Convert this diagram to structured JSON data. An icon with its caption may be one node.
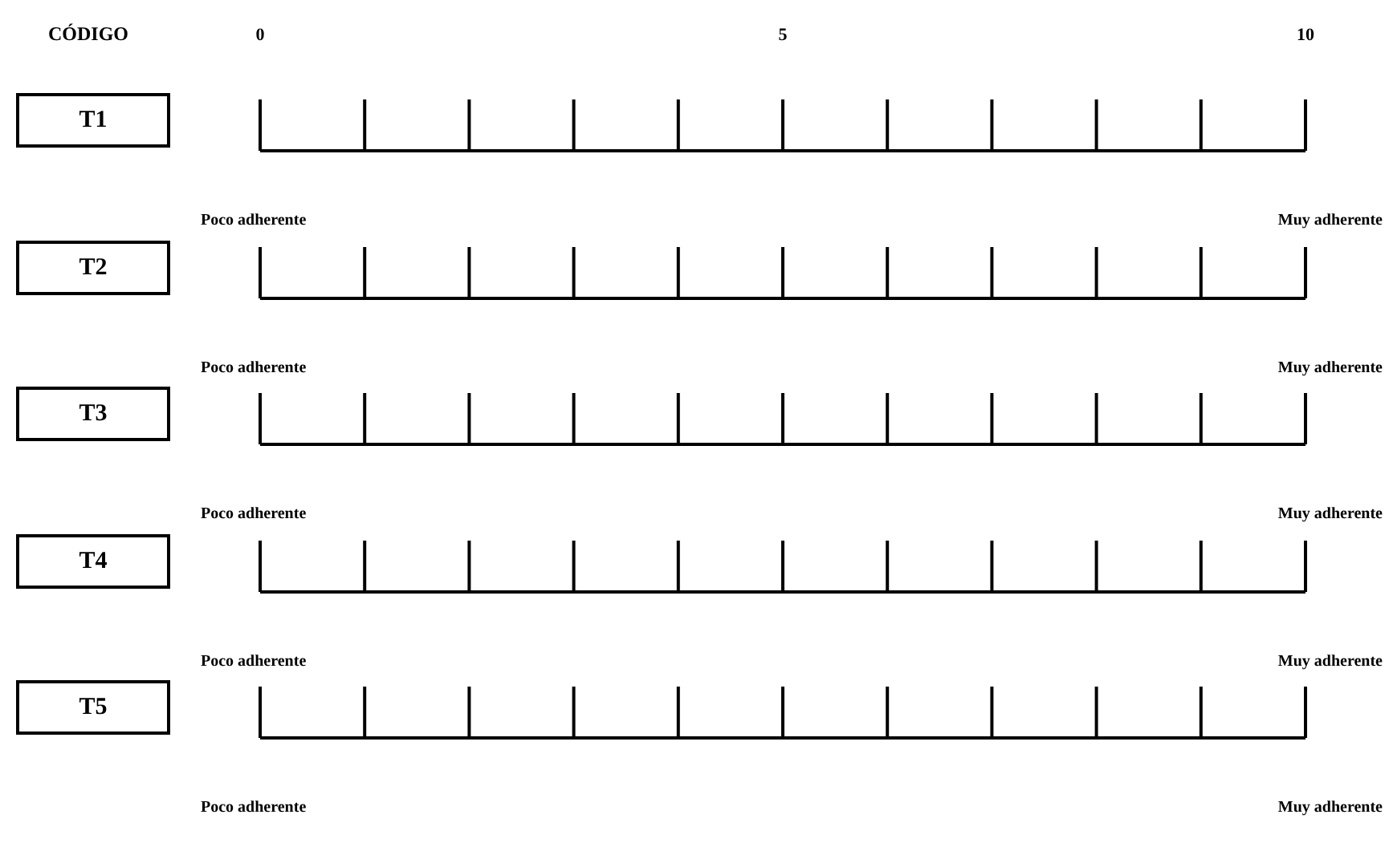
{
  "diagram": {
    "nodes": [
      {
        "text": [
          "T1"
        ]
      },
      {
        "text": [
          "T2"
        ]
      },
      {
        "text": [
          "T3"
        ]
      },
      {
        "text": [
          "T4"
        ]
      },
      {
        "text": [
          "T5"
        ]
      }
    ],
    "labels": [
      "CÓDIGO",
      "0",
      "5",
      "10",
      "Poco adherente",
      "Muy adherente",
      "Poco adherente",
      "Muy adherente",
      "Poco adherente",
      "Muy adherente",
      "Poco adherente",
      "Muy adherente",
      "Poco adherente",
      "Muy adherente"
    ]
  }
}
